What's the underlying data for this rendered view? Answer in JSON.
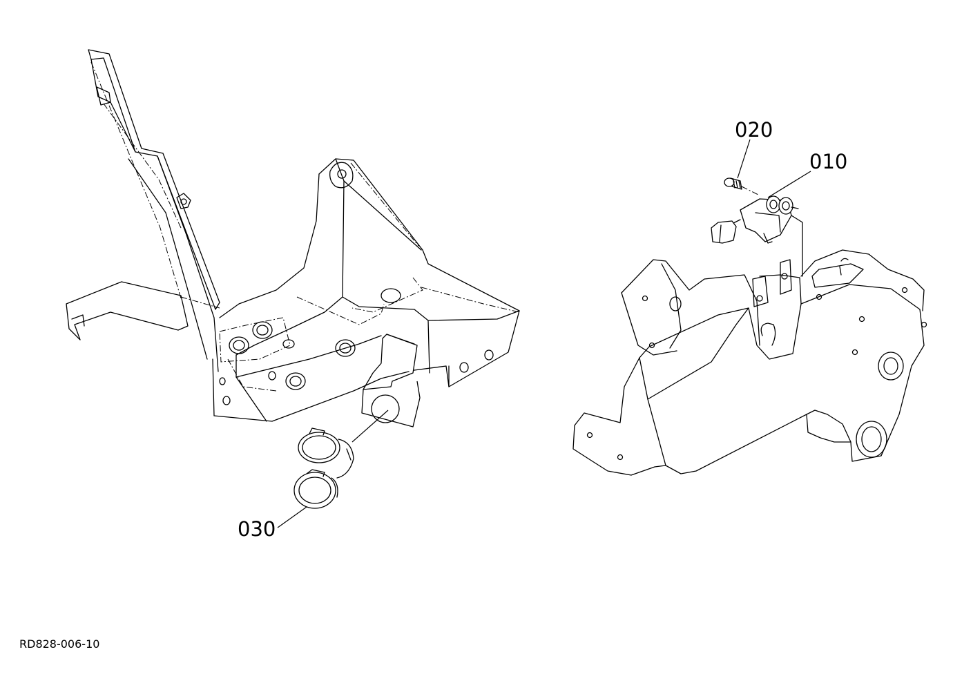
{
  "callouts": {
    "part_010": "010",
    "part_020": "020",
    "part_030": "030"
  },
  "reference_code": "RD828-006-10",
  "colors": {
    "line": "#000000",
    "background": "#ffffff"
  }
}
